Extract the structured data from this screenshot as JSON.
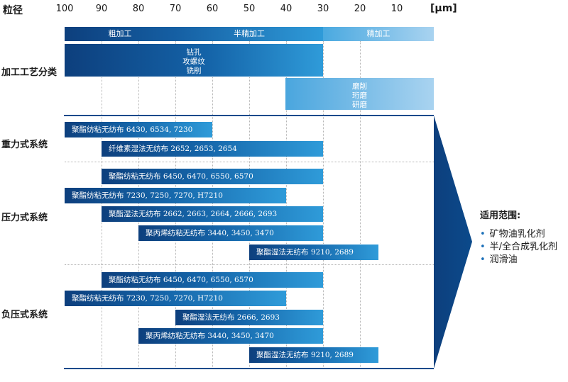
{
  "axis": {
    "title": "粒径",
    "unit": "[µm]",
    "ticks": [
      "100",
      "90",
      "80",
      "70",
      "60",
      "50",
      "40",
      "30",
      "20",
      "10"
    ]
  },
  "phases": [
    {
      "label": "粗加工"
    },
    {
      "label": "半精加工"
    },
    {
      "label": "精加工"
    }
  ],
  "processing": {
    "label": "加工工艺分类",
    "rough": {
      "lines": [
        "钻孔",
        "攻螺纹",
        "铣削"
      ],
      "range_um": [
        100,
        30
      ]
    },
    "fine": {
      "lines": [
        "磨削",
        "珩磨",
        "研磨"
      ],
      "range_um": [
        40,
        0
      ]
    }
  },
  "categories": [
    {
      "name": "重力式系统",
      "bars": [
        {
          "label": "聚酯纺粘无纺布  6430, 6534, 7230",
          "from_um": 100,
          "to_um": 60
        },
        {
          "label": "纤维素湿法无纺布  2652, 2653, 2654",
          "from_um": 90,
          "to_um": 30
        }
      ]
    },
    {
      "name": "压力式系统",
      "bars": [
        {
          "label": "聚酯纺粘无纺布  6450, 6470, 6550, 6570",
          "from_um": 90,
          "to_um": 30
        },
        {
          "label": "聚酯纺粘无纺布  7230, 7250, 7270, H7210",
          "from_um": 100,
          "to_um": 40
        },
        {
          "label": "聚酯湿法无纺布  2662, 2663, 2664, 2666, 2693",
          "from_um": 90,
          "to_um": 30
        },
        {
          "label": "聚丙烯纺粘无纺布  3440, 3450, 3470",
          "from_um": 80,
          "to_um": 30
        },
        {
          "label": "聚酯湿法无纺布  9210, 2689",
          "from_um": 50,
          "to_um": 15
        }
      ]
    },
    {
      "name": "负压式系统",
      "bars": [
        {
          "label": "聚酯纺粘无纺布  6450, 6470, 6550, 6570",
          "from_um": 90,
          "to_um": 30
        },
        {
          "label": "聚酯纺粘无纺布  7230, 7250, 7270, H7210",
          "from_um": 100,
          "to_um": 40
        },
        {
          "label": "聚酯湿法无纺布  2666, 2693",
          "from_um": 70,
          "to_um": 30
        },
        {
          "label": "聚丙烯纺粘无纺布  3440, 3450, 3470",
          "from_um": 80,
          "to_um": 30
        },
        {
          "label": "聚酯湿法无纺布  9210, 2689",
          "from_um": 50,
          "to_um": 15
        }
      ]
    }
  ],
  "legend": {
    "title": "适用范围:",
    "items": [
      "矿物油乳化剂",
      "半/全合成乳化剂",
      "润滑油"
    ]
  }
}
